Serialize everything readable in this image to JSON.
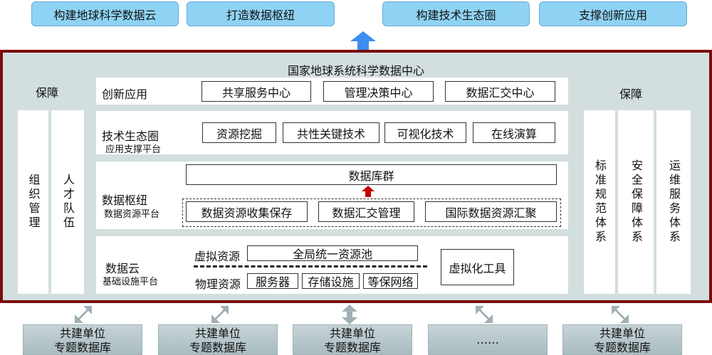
{
  "goals": [
    "构建地球科学数据云",
    "打造数据枢纽",
    "构建技术生态圈",
    "支撑创新应用"
  ],
  "center_title": "国家地球系统科学数据中心",
  "left_guarantee": {
    "title": "保障",
    "columns": [
      "组织管理",
      "人才队伍"
    ]
  },
  "right_guarantee": {
    "title": "保障",
    "columns": [
      "标准规范体系",
      "安全保障体系",
      "运维服务体系"
    ]
  },
  "innovation": {
    "title": "创新应用",
    "items": [
      "共享服务中心",
      "管理决策中心",
      "数据汇交中心"
    ]
  },
  "tech": {
    "title": "技术生态圈",
    "subtitle": "应用支撑平台",
    "items": [
      "资源挖掘",
      "共性关键技术",
      "可视化技术",
      "在线演算"
    ]
  },
  "hub": {
    "title": "数据枢纽",
    "subtitle": "数据资源平台",
    "database": "数据库群",
    "items": [
      "数据资源收集保存",
      "数据汇交管理",
      "国际数据资源汇聚"
    ]
  },
  "cloud": {
    "title": "数据云",
    "subtitle": "基础设施平台",
    "virtual_label": "虚拟资源",
    "virtual_pool": "全局统一资源池",
    "physical_label": "物理资源",
    "physical_items": [
      "服务器",
      "存储设施",
      "等保网络"
    ],
    "virtual_tool": "虚拟化工具"
  },
  "units": [
    {
      "line1": "共建单位",
      "line2": "专题数据库"
    },
    {
      "line1": "共建单位",
      "line2": "专题数据库"
    },
    {
      "line1": "共建单位",
      "line2": "专题数据库"
    },
    {
      "line1": "……",
      "line2": ""
    },
    {
      "line1": "共建单位",
      "line2": "专题数据库"
    }
  ],
  "colors": {
    "goal": "#8fd3f4",
    "frame": "#7a0c0c",
    "arrow_up": "#3d8ef0",
    "arrow_db": "#c00000",
    "link_arrow": "#9fb0b5"
  }
}
